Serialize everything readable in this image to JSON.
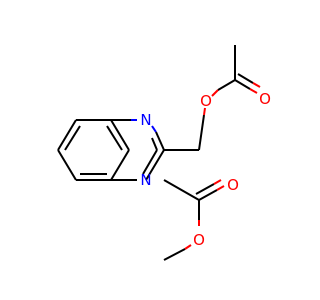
{
  "colors": {
    "carbon": "#000000",
    "oxygen": "#ff0000",
    "nitrogen": "#0000ff",
    "background": "#ffffff"
  },
  "atoms": {
    "o_ester_acetyl": "O",
    "o_carbonyl_acetyl": "O",
    "n_top": "N",
    "n_bottom": "N",
    "o_carbonyl_methyl_ester": "O",
    "o_ester_methyl": "O"
  }
}
